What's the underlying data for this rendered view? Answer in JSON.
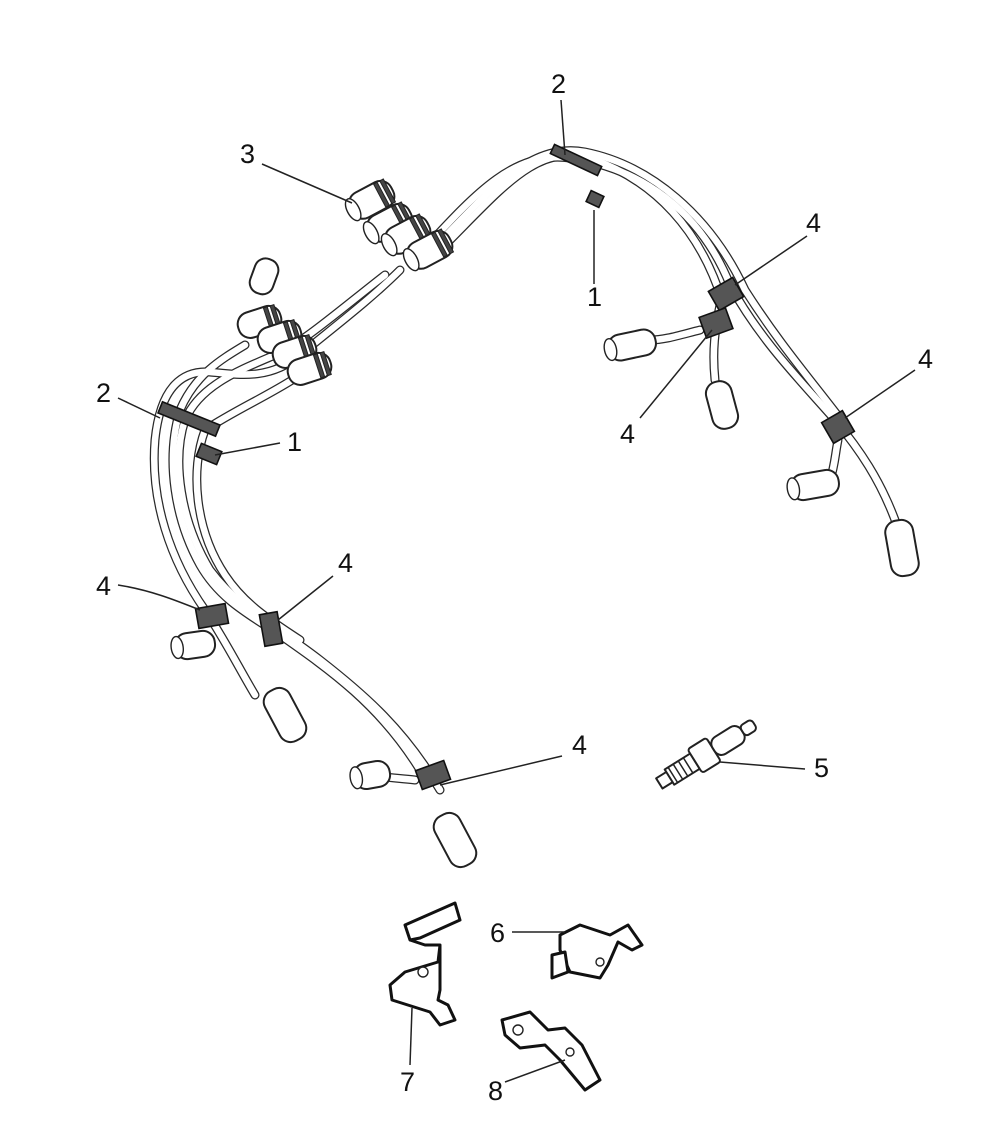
{
  "callouts": {
    "c1a": "1",
    "c1b": "1",
    "c2a": "2",
    "c2b": "2",
    "c3": "3",
    "c4a": "4",
    "c4b": "4",
    "c4c": "4",
    "c4d": "4",
    "c4e": "4",
    "c4f": "4",
    "c5": "5",
    "c6": "6",
    "c7": "7",
    "c8": "8"
  }
}
